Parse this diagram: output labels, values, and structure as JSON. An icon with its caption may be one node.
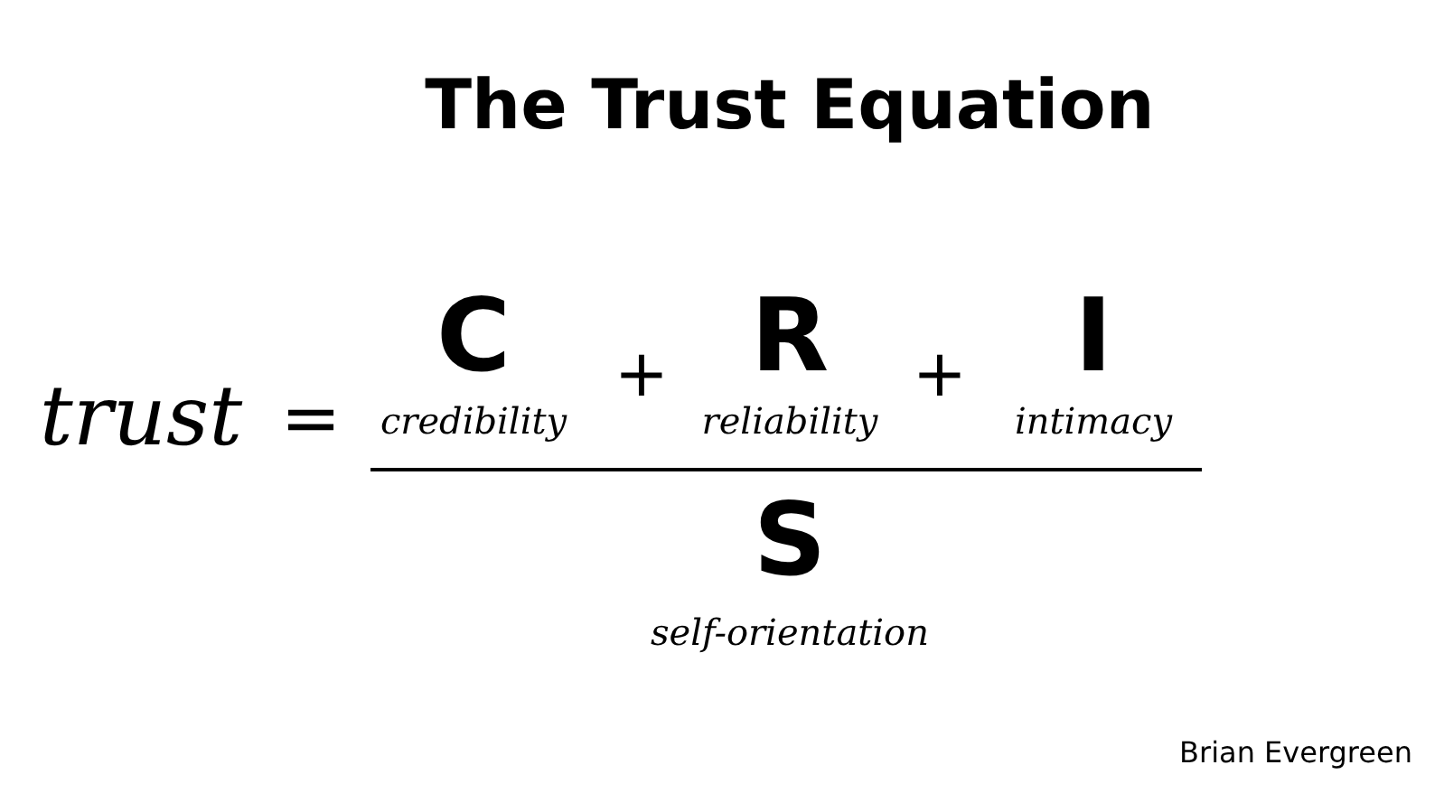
{
  "diagram": {
    "title": "The Trust Equation",
    "labels": [
      "trust",
      "=",
      "C",
      "credibility",
      "+",
      "R",
      "reliability",
      "+",
      "I",
      "intimacy",
      "S",
      "self-orientation",
      "Brian Evergreen"
    ]
  }
}
